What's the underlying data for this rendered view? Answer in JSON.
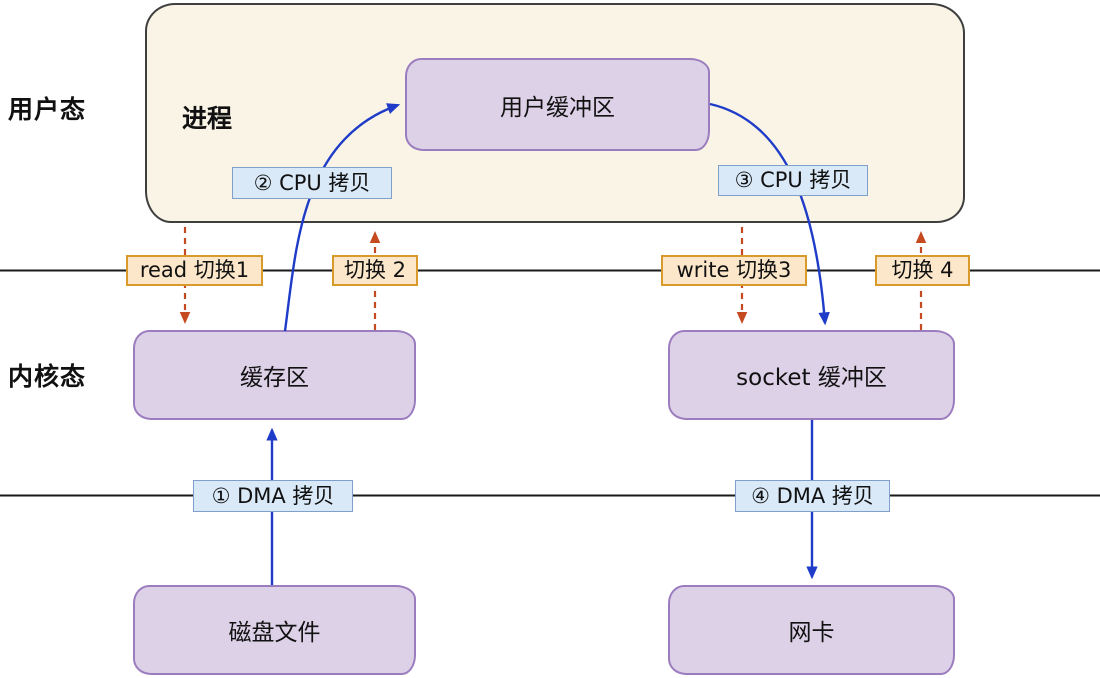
{
  "regions": {
    "user_mode": "用户态",
    "kernel_mode": "内核态"
  },
  "boxes": {
    "process": "进程",
    "user_buffer": "用户缓冲区",
    "kernel_buffer": "缓存区",
    "socket_buffer": "socket 缓冲区",
    "disk_file": "磁盘文件",
    "nic": "网卡"
  },
  "copy_labels": {
    "dma_1": "① DMA 拷贝",
    "cpu_2": "② CPU 拷贝",
    "cpu_3": "③ CPU 拷贝",
    "dma_4": "④ DMA 拷贝"
  },
  "switch_labels": {
    "switch_1": "read 切换1",
    "switch_2": "切换 2",
    "switch_3": "write 切换3",
    "switch_4": "切换 4"
  },
  "colors": {
    "process_fill": "#f9f4e5",
    "process_border": "#3f3f3f",
    "buffer_fill": "#ddd1e8",
    "buffer_border": "#9b7dbf",
    "copy_chip_fill": "#d9e9f8",
    "copy_chip_border": "#7fa0ca",
    "switch_chip_fill": "#fce7cb",
    "switch_chip_border": "#d89a2b",
    "copy_arrow": "#1f3cc9",
    "switch_arrow": "#c64a20",
    "boundary_line": "#1a1a1a"
  }
}
